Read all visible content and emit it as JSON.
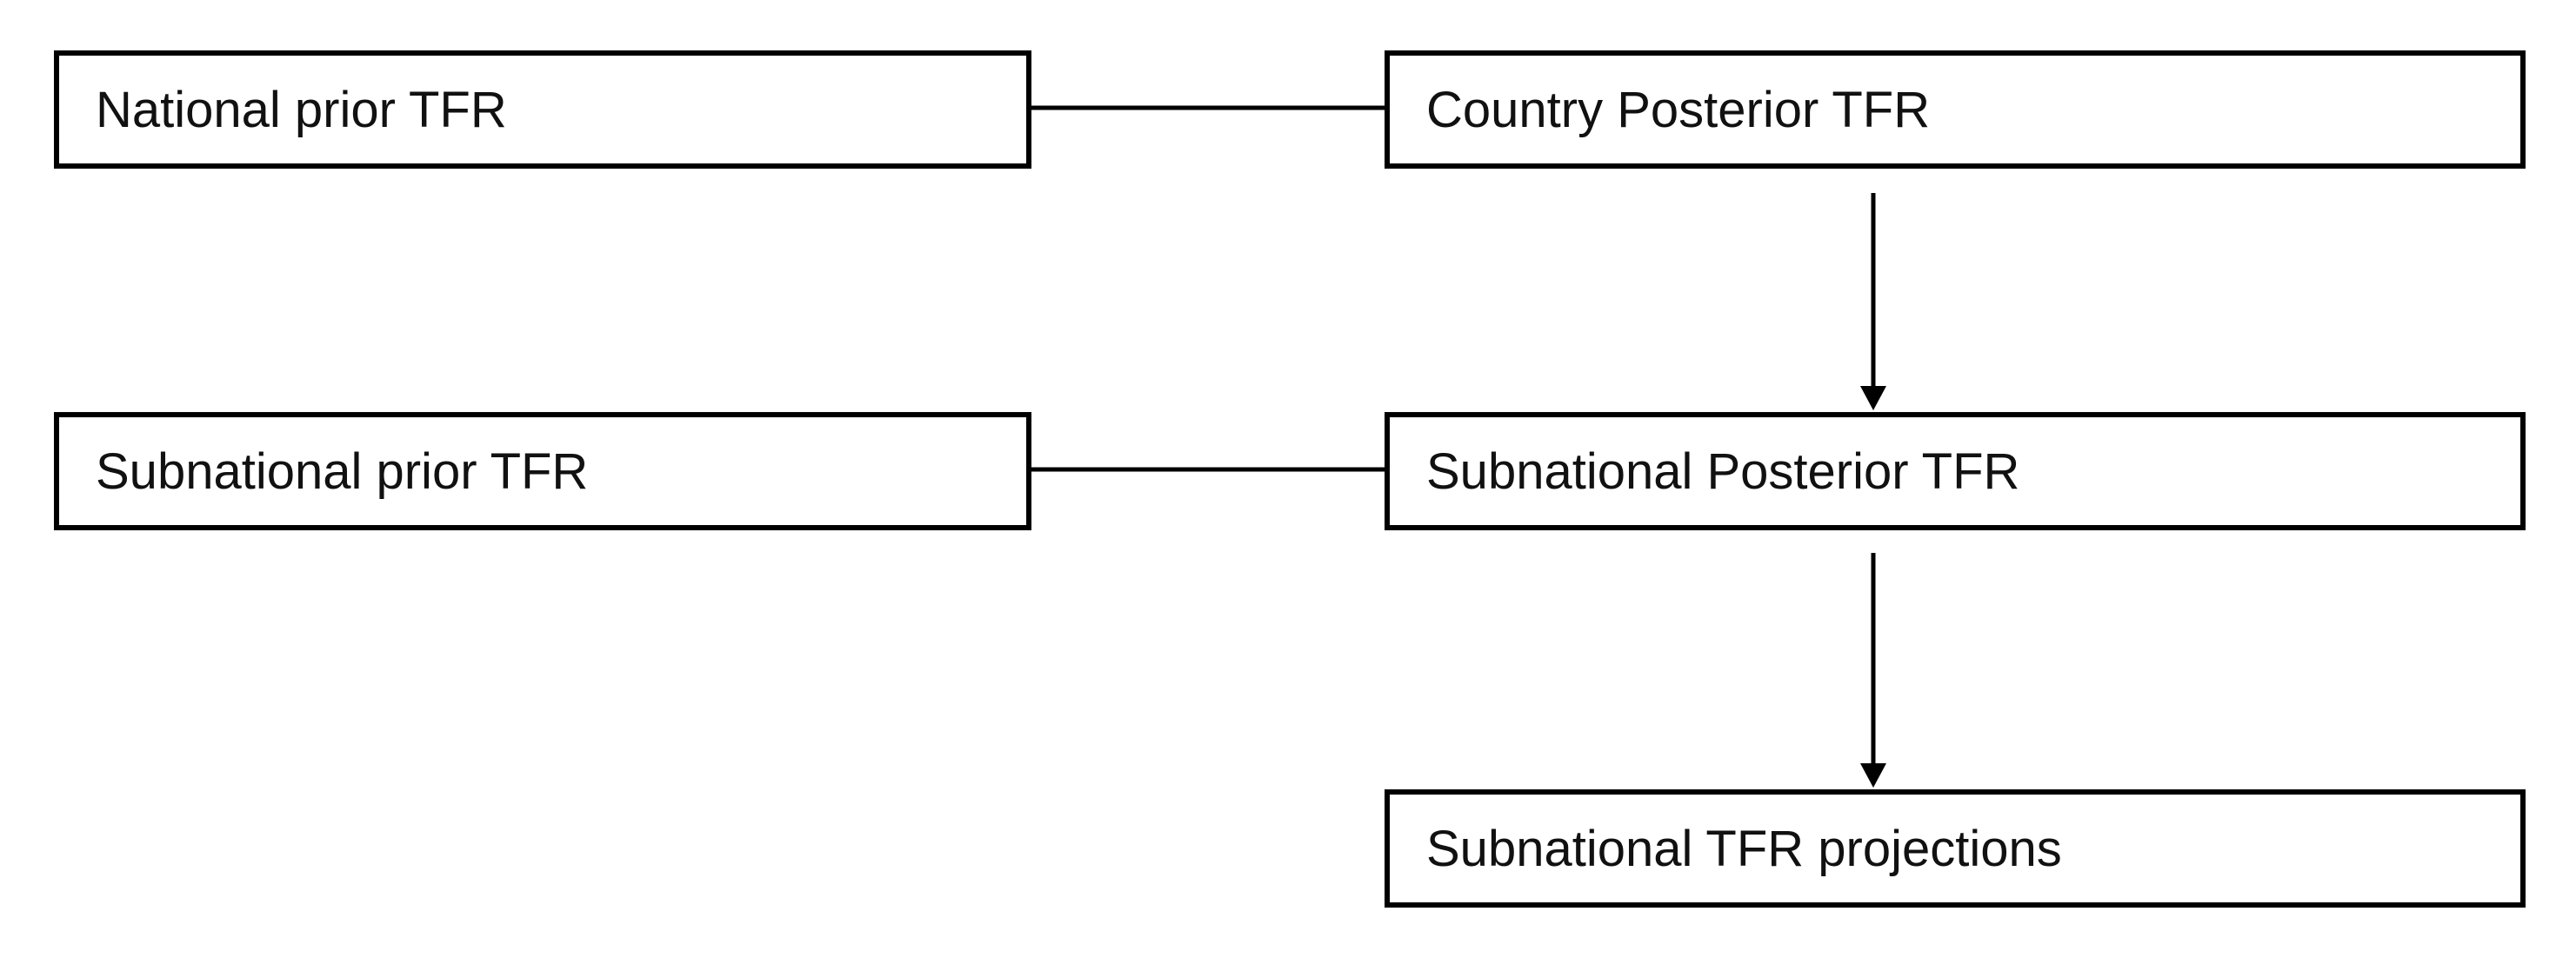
{
  "diagram": {
    "nodes": {
      "national_prior": "National prior TFR",
      "country_posterior": "Country Posterior TFR",
      "subnational_prior": "Subnational prior TFR",
      "subnational_posterior": "Subnational Posterior TFR",
      "projections": "Subnational TFR projections"
    },
    "edges": [
      {
        "from": "national_prior",
        "to": "country_posterior",
        "style": "line"
      },
      {
        "from": "subnational_prior",
        "to": "subnational_posterior",
        "style": "line"
      },
      {
        "from": "country_posterior",
        "to": "subnational_posterior",
        "style": "arrow"
      },
      {
        "from": "subnational_posterior",
        "to": "projections",
        "style": "arrow"
      }
    ],
    "colors": {
      "stroke": "#000000",
      "text": "#111111",
      "background": "#ffffff"
    }
  }
}
